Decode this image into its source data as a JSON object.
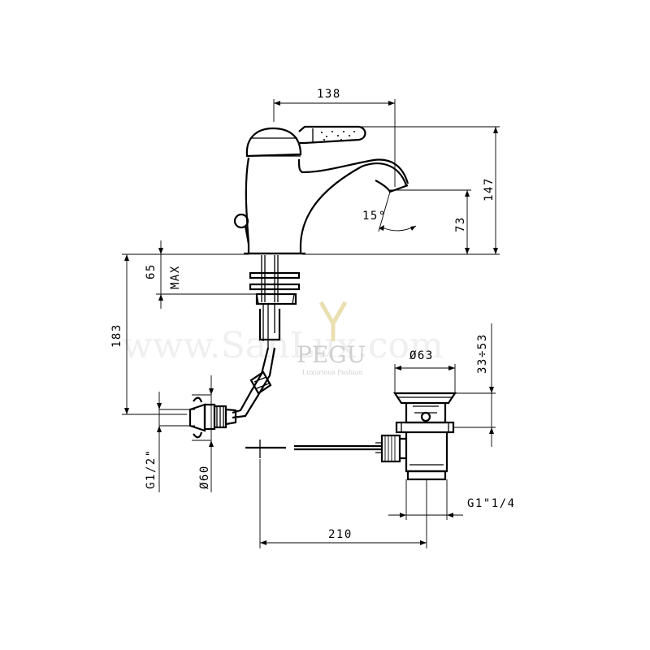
{
  "dimensions": {
    "width_top": "138",
    "height_total": "147",
    "spout_height": "73",
    "spout_angle": "15°",
    "max_thickness_value": "65",
    "max_label": "MAX",
    "below_deck": "183",
    "waste_diameter": "Ø63",
    "waste_range": "33÷53",
    "inlet_thread": "G1/2\"",
    "rosette_diameter": "Ø60",
    "waste_thread": "G1\"1/4",
    "spacing_bottom": "210"
  },
  "watermark": {
    "brand": "PEGU",
    "tagline": "Luxurious Fashion",
    "site": "www.SanLux.com"
  }
}
